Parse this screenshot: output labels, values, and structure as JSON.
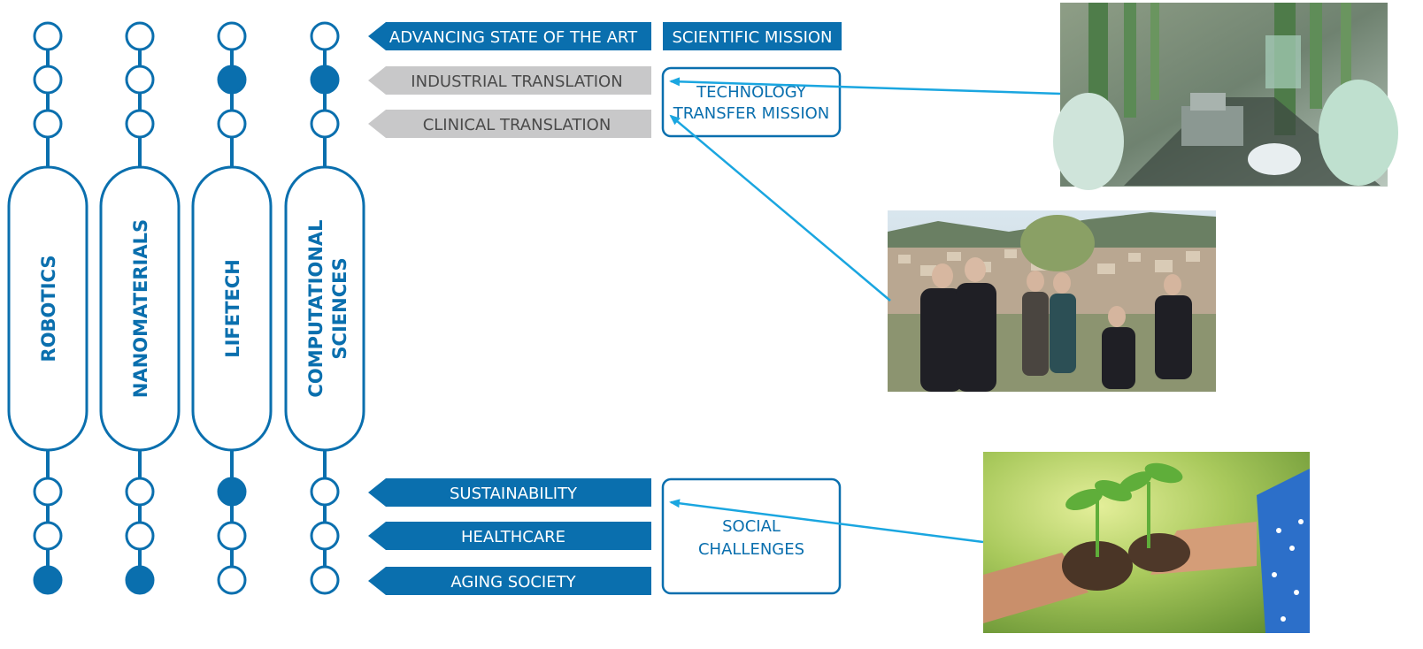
{
  "colors": {
    "primary_blue": "#0a6fae",
    "arrow_cyan": "#1aa6e0",
    "grey_banner": "#c8c8c9",
    "grey_text": "#4a4a4a",
    "white": "#ffffff"
  },
  "pillars": [
    {
      "label": "ROBOTICS",
      "second_line": "",
      "filled_top": [],
      "filled_bottom": [
        2
      ]
    },
    {
      "label": "NANOMATERIALS",
      "second_line": "",
      "filled_top": [],
      "filled_bottom": [
        2
      ]
    },
    {
      "label": "LIFETECH",
      "second_line": "",
      "filled_top": [
        1
      ],
      "filled_bottom": [
        0
      ]
    },
    {
      "label": "COMPUTATIONAL",
      "second_line": "SCIENCES",
      "filled_top": [
        1
      ],
      "filled_bottom": []
    }
  ],
  "banners": {
    "advancing": "ADVANCING STATE OF THE ART",
    "industrial": "INDUSTRIAL TRANSLATION",
    "clinical": "CLINICAL TRANSLATION",
    "sustainability": "SUSTAINABILITY",
    "healthcare": "HEALTHCARE",
    "aging": "AGING SOCIETY"
  },
  "missions": {
    "scientific": "SCIENTIFIC MISSION",
    "tech_line1": "TECHNOLOGY",
    "tech_line2": "TRANSFER MISSION",
    "social_line1": "SOCIAL",
    "social_line2": "CHALLENGES"
  },
  "photos": {
    "factory": "factory-assembly-photo",
    "elders": "elderly-village-photo",
    "seedling": "seedling-hands-photo"
  }
}
